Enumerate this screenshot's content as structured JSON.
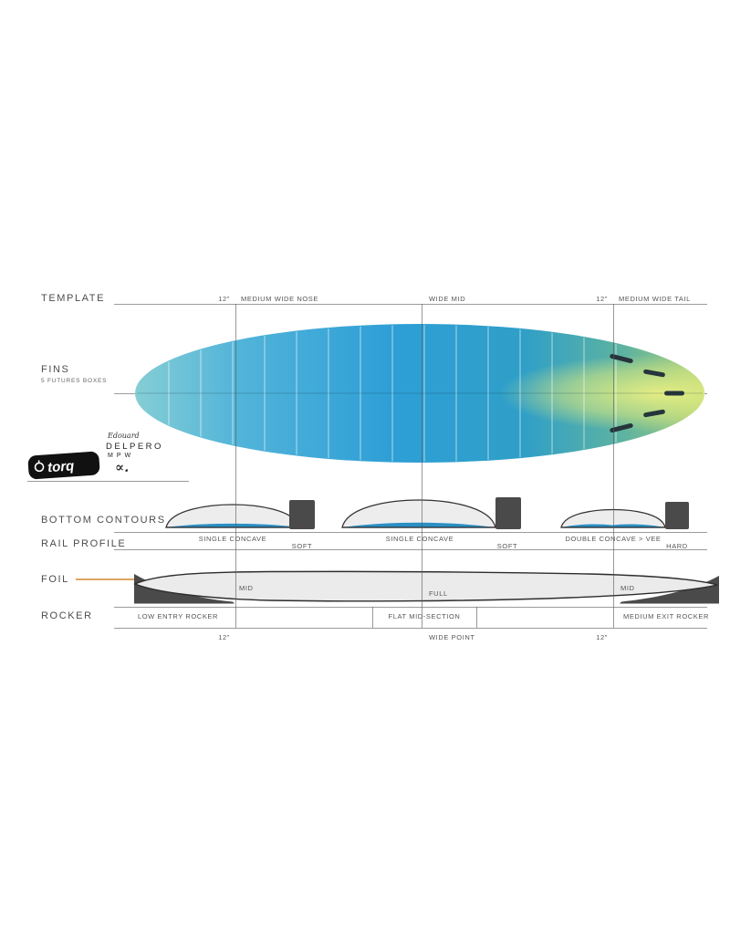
{
  "template": {
    "label": "TEMPLATE",
    "nose_measure": "12\"",
    "nose_name": "MEDIUM WIDE NOSE",
    "mid_name": "WIDE MID",
    "tail_measure": "12\"",
    "tail_name": "MEDIUM WIDE TAIL"
  },
  "fins": {
    "label": "FINS",
    "sublabel": "5 FUTURES BOXES"
  },
  "brand": {
    "logo_text": "torq",
    "shaper_script": "Edouard",
    "model_name": "DELPERO",
    "model_series": "MPW",
    "signature": "∝."
  },
  "bottom_contours": {
    "label": "BOTTOM CONTOURS",
    "nose": "SINGLE CONCAVE",
    "mid": "SINGLE CONCAVE",
    "tail": "DOUBLE CONCAVE > VEE"
  },
  "rail_profile": {
    "label": "RAIL PROFILE",
    "nose": "SOFT",
    "mid": "SOFT",
    "tail": "HARD"
  },
  "foil": {
    "label": "FOIL",
    "nose": "MID",
    "mid": "FULL",
    "tail": "MID"
  },
  "rocker": {
    "label": "ROCKER",
    "nose": "LOW ENTRY ROCKER",
    "mid": "FLAT MID-SECTION",
    "tail": "MEDIUM EXIT ROCKER"
  },
  "baseline": {
    "nose_measure": "12\"",
    "mid_name": "WIDE POINT",
    "tail_measure": "12\""
  },
  "colors": {
    "board_nose_teal": "#82cdd4",
    "board_blue": "#2e9fd6",
    "tail_yellow_green": "#e6ee7e",
    "concave_blue": "#2a8fc4",
    "dark_block": "#4a4a4a",
    "foil_gray": "#ebebeb",
    "accent_orange": "#dda45f",
    "rule_gray": "#9b9b9b"
  }
}
